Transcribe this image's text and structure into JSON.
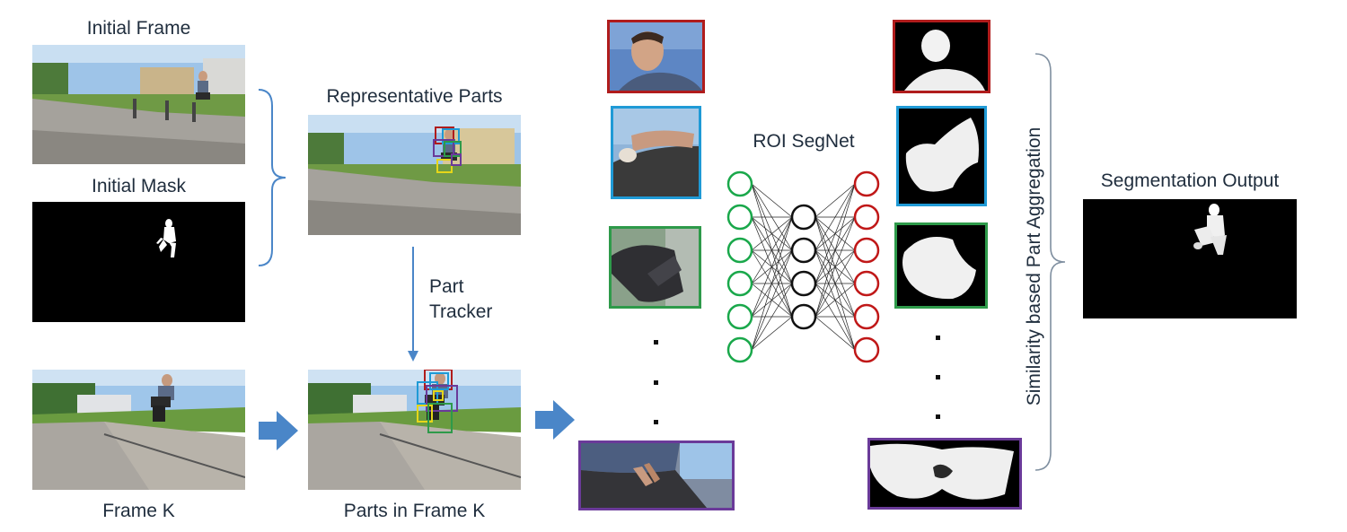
{
  "labels": {
    "initial_frame": "Initial Frame",
    "initial_mask": "Initial Mask",
    "representative_parts": "Representative Parts",
    "part_tracker_line1": "Part",
    "part_tracker_line2": "Tracker",
    "frame_k": "Frame K",
    "parts_in_frame_k": "Parts in Frame K",
    "roi_segnet": "ROI SegNet",
    "aggregation": "Similarity based Part Aggregation",
    "segmentation_output": "Segmentation Output"
  },
  "colors": {
    "arrow_blue": "#4a86c8",
    "brace_blue": "#4a86c8",
    "part_red": "#b01c1c",
    "part_blue": "#1f9ad6",
    "part_green": "#2e9a4a",
    "part_purple": "#6a3a99",
    "part_yellow": "#e6d619",
    "net_input_green": "#1aa84b",
    "net_hidden_black": "#111111",
    "net_output_red": "#c01818"
  },
  "network": {
    "input_nodes": 6,
    "hidden_nodes": 4,
    "output_nodes": 6
  }
}
